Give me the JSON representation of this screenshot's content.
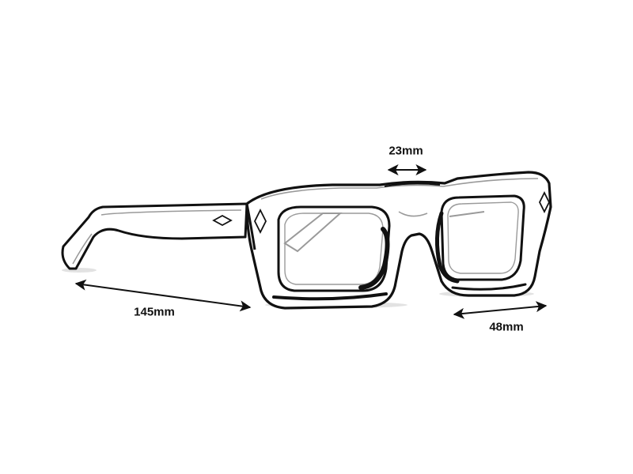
{
  "dimensions": {
    "temple_length": "145mm",
    "bridge_width": "23mm",
    "lens_width": "48mm"
  },
  "colors": {
    "line": "#111111",
    "frame_fill": "#ffffff",
    "shade": "#9a9a9a",
    "background": "#ffffff"
  }
}
